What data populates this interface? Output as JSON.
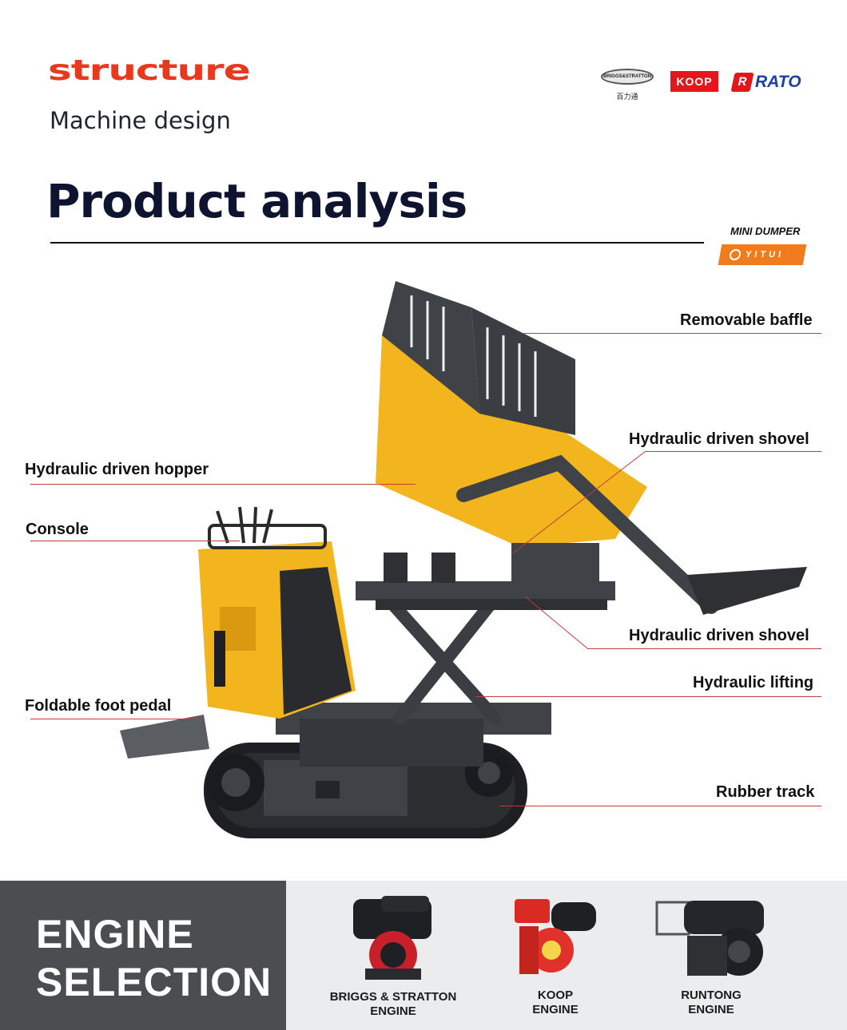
{
  "header": {
    "structure_title": "structure",
    "subtitle": "Machine design",
    "product_title": "Product analysis"
  },
  "brands": {
    "briggs_text": "BRIGGS&STRATTON",
    "briggs_cn": "百力通",
    "koop": "KOOP",
    "rato_mark": "R",
    "rato": "RATO"
  },
  "product_badge": {
    "label": "MINI DUMPER",
    "brand": "YITUI"
  },
  "callouts": {
    "removable_baffle": "Removable baffle",
    "hydraulic_shovel_top": "Hydraulic driven shovel",
    "hydraulic_hopper": "Hydraulic driven hopper",
    "console": "Console",
    "hydraulic_shovel_bottom": "Hydraulic driven shovel",
    "hydraulic_lifting": "Hydraulic lifting",
    "foldable_pedal": "Foldable foot pedal",
    "rubber_track": "Rubber track"
  },
  "engine_section": {
    "title_line1": "ENGINE",
    "title_line2": "SELECTION",
    "options": [
      {
        "line1": "BRIGGS & STRATTON",
        "line2": "ENGINE"
      },
      {
        "line1": "KOOP",
        "line2": "ENGINE"
      },
      {
        "line1": "RUNTONG",
        "line2": "ENGINE"
      }
    ]
  },
  "colors": {
    "accent_red": "#e8391f",
    "machine_yellow": "#f2b51e",
    "frame_gray": "#3f4247",
    "callout_line": "#c63a3a"
  }
}
